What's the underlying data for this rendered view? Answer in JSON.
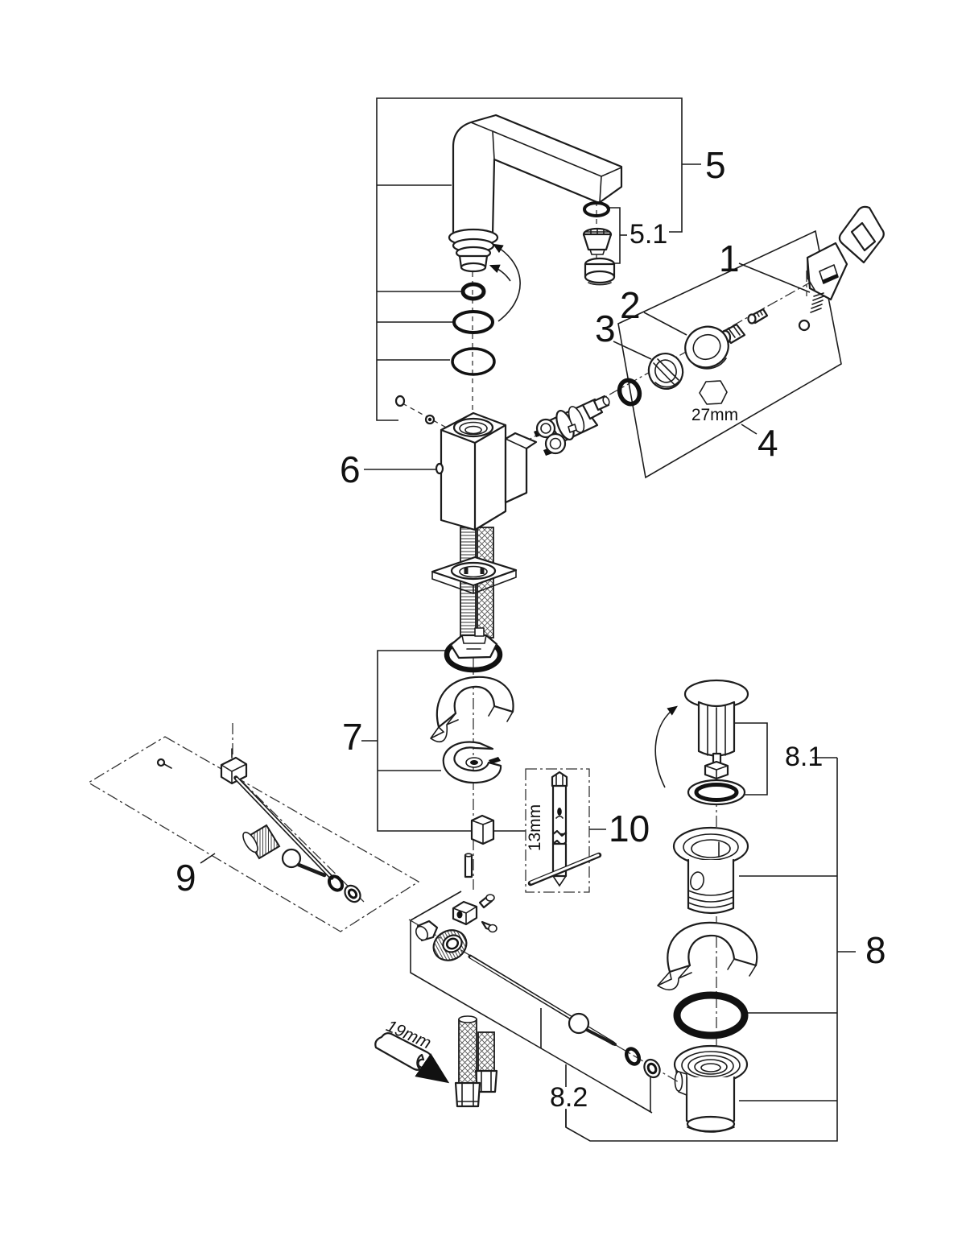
{
  "figure": {
    "background": "#ffffff",
    "line_color": "#1c1c1c",
    "callouts": {
      "c1": "1",
      "c2": "2",
      "c3": "3",
      "c4": "4",
      "c5": "5",
      "c5_1": "5.1",
      "c6": "6",
      "c7": "7",
      "c8": "8",
      "c8_1": "8.1",
      "c8_2": "8.2",
      "c9": "9",
      "c10": "10"
    },
    "dimensions": {
      "hex_nut": "27mm",
      "socket_tool": "13mm",
      "wrench": "19mm"
    }
  }
}
